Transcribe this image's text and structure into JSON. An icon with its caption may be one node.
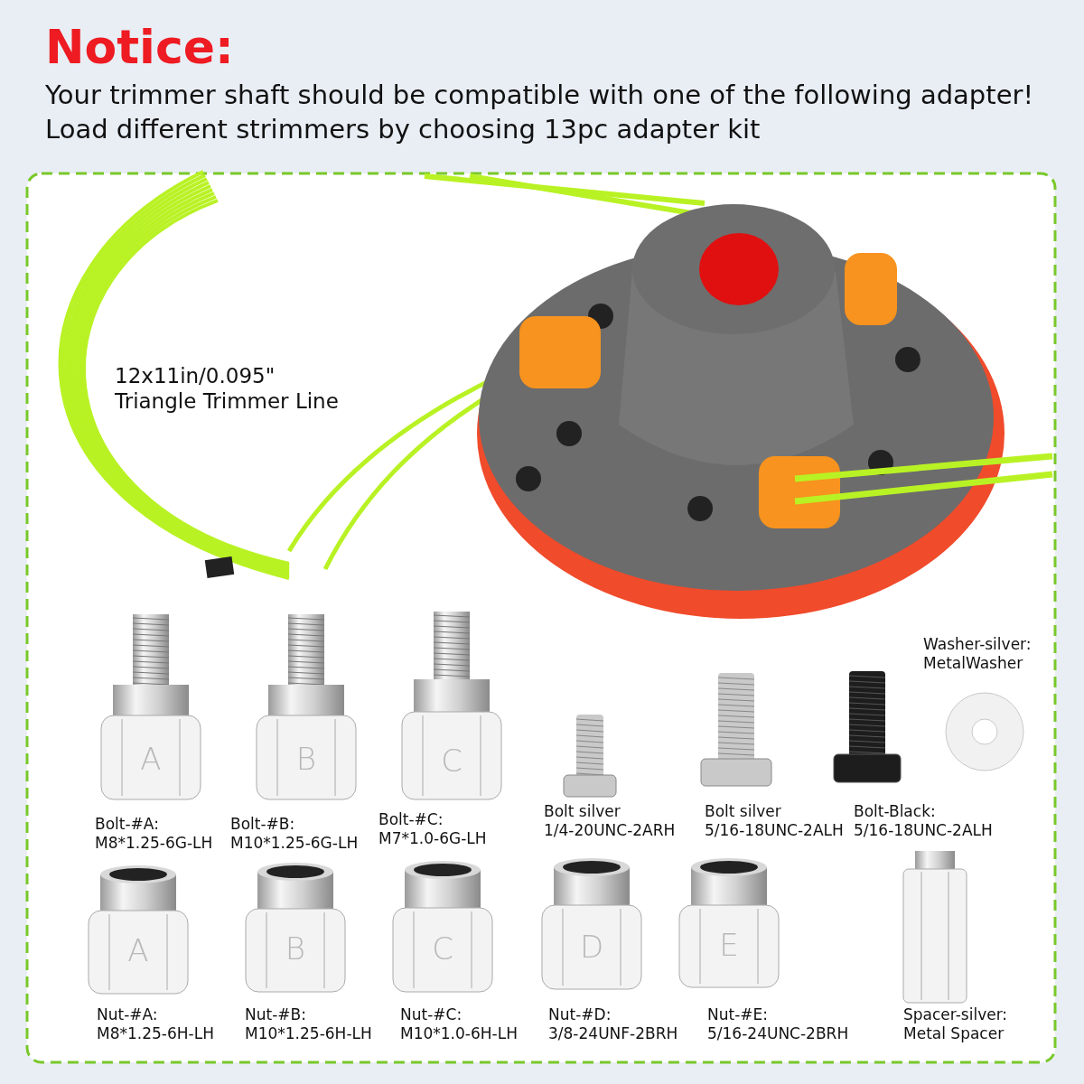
{
  "diagram": {
    "title": "Notice:",
    "labels": [
      "Your trimmer shaft should be compatible with one of the following adapter!",
      "Load different strimmers by choosing 13pc adapter kit",
      "12x11in/0.095\" Triangle Trimmer Line",
      "Washer-silver: MetalWasher",
      "A",
      "B",
      "C",
      "Bolt-#A: M8*1.25-6G-LH",
      "Bolt-#B: M10*1.25-6G-LH",
      "Bolt-#C: M7*1.0-6G-LH",
      "Bolt silver 1/4-20UNC-2ARH",
      "Bolt silver 5/16-18UNC-2ALH",
      "Bolt-Black: 5/16-18UNC-2ALH",
      "A",
      "B",
      "C",
      "D",
      "E",
      "Nut-#A: M8*1.25-6H-LH",
      "Nut-#B: M10*1.25-6H-LH",
      "Nut-#C: M10*1.0-6H-LH",
      "Nut-#D: 3/8-24UNF-2BRH",
      "Nut-#E: 5/16-24UNC-2BRH",
      "Spacer-silver: Metal Spacer"
    ]
  }
}
